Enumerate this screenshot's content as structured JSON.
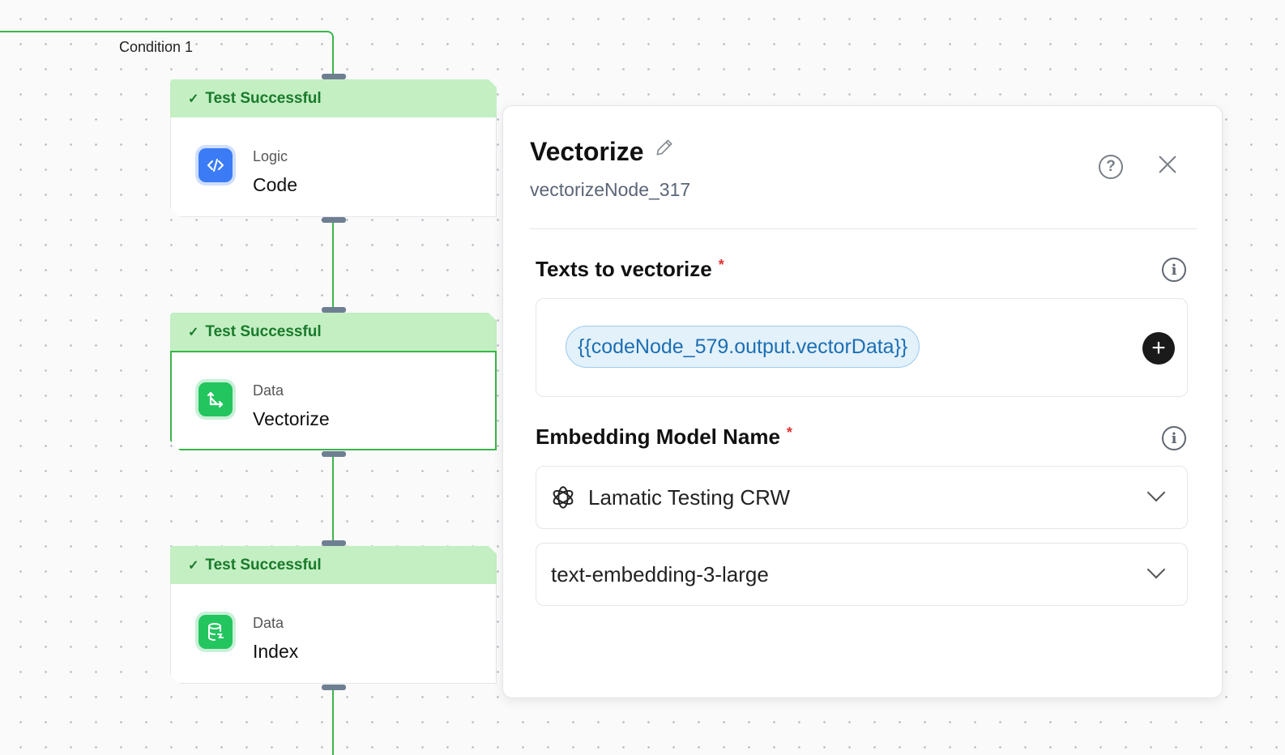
{
  "canvas": {
    "condition_label": "Condition 1"
  },
  "nodes": [
    {
      "status": "Test Successful",
      "category": "Logic",
      "name": "Code",
      "icon": "code-icon"
    },
    {
      "status": "Test Successful",
      "category": "Data",
      "name": "Vectorize",
      "icon": "vectorize-icon"
    },
    {
      "status": "Test Successful",
      "category": "Data",
      "name": "Index",
      "icon": "database-icon"
    }
  ],
  "panel": {
    "title": "Vectorize",
    "node_id": "vectorizeNode_317",
    "texts_field": {
      "label": "Texts to vectorize",
      "required_mark": "*",
      "value": "{{codeNode_579.output.vectorData}}"
    },
    "model_field": {
      "label": "Embedding Model Name",
      "required_mark": "*",
      "credential": "Lamatic Testing CRW",
      "model": "text-embedding-3-large"
    }
  },
  "colors": {
    "accent_green": "#3bb54a",
    "status_bg": "#c3efc3",
    "chip_text": "#1c6fb3"
  }
}
